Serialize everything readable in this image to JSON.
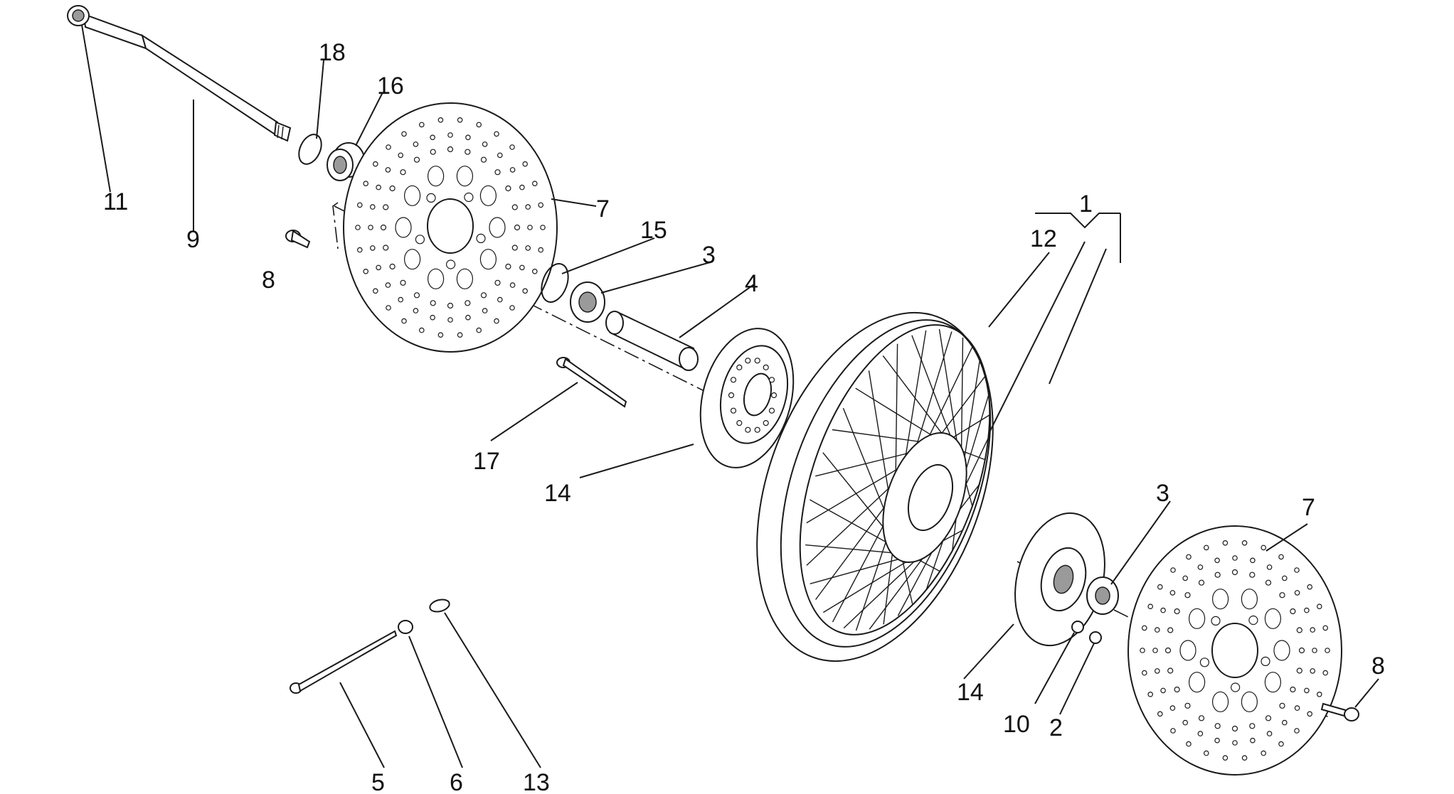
{
  "callouts": {
    "c1": "1",
    "c2": "2",
    "c3a": "3",
    "c3b": "3",
    "c4": "4",
    "c5": "5",
    "c6": "6",
    "c7a": "7",
    "c7b": "7",
    "c8a": "8",
    "c8b": "8",
    "c9": "9",
    "c10": "10",
    "c11": "11",
    "c12": "12",
    "c13": "13",
    "c14a": "14",
    "c14b": "14",
    "c15": "15",
    "c16": "16",
    "c17": "17",
    "c18": "18"
  }
}
